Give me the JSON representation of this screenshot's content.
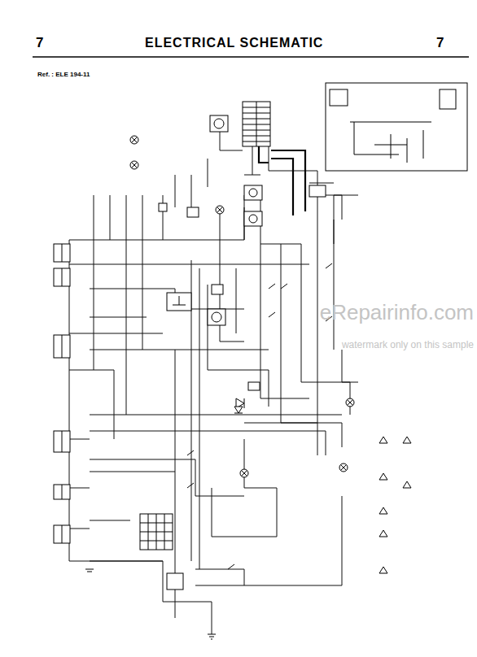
{
  "diagram": {
    "title": "ELECTRICAL SCHEMATIC",
    "labels": [
      "7",
      "7",
      "Ref. : ELE 194-11",
      "eRepairinfo.com",
      "watermark only on this sample"
    ]
  }
}
